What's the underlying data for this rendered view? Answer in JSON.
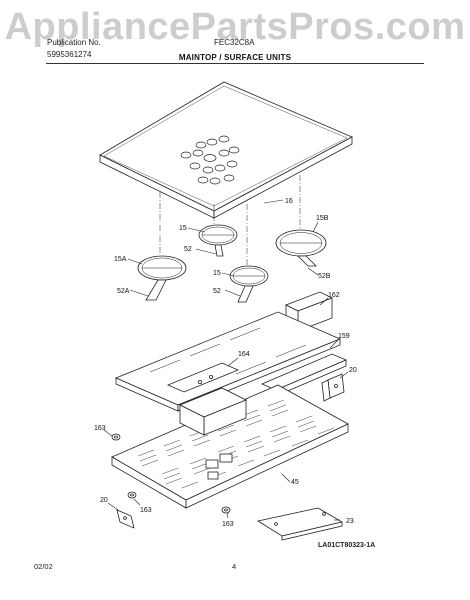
{
  "watermark": "AppliancePartsPros.com",
  "header": {
    "publication_label": "Publication No.",
    "publication_number": "5995361274",
    "model": "FEC32C8A",
    "section_title": "MAINTOP / SURFACE UNITS"
  },
  "callouts": {
    "c16": "16",
    "c15a": "15",
    "c15b": "15B",
    "c52a": "52",
    "c15_left": "15A",
    "c15c": "15",
    "c52b": "52B",
    "c52c": "52",
    "c52_left": "52A",
    "c162": "162",
    "c164": "164",
    "c159": "159",
    "c20_right": "20",
    "c163_top": "163",
    "c45": "45",
    "c20_left": "20",
    "c163_mid": "163",
    "c163_bottom": "163",
    "c23": "23"
  },
  "drawing_id": "LA01CT80323-1A",
  "footer": {
    "date": "02/02",
    "page": "4"
  }
}
